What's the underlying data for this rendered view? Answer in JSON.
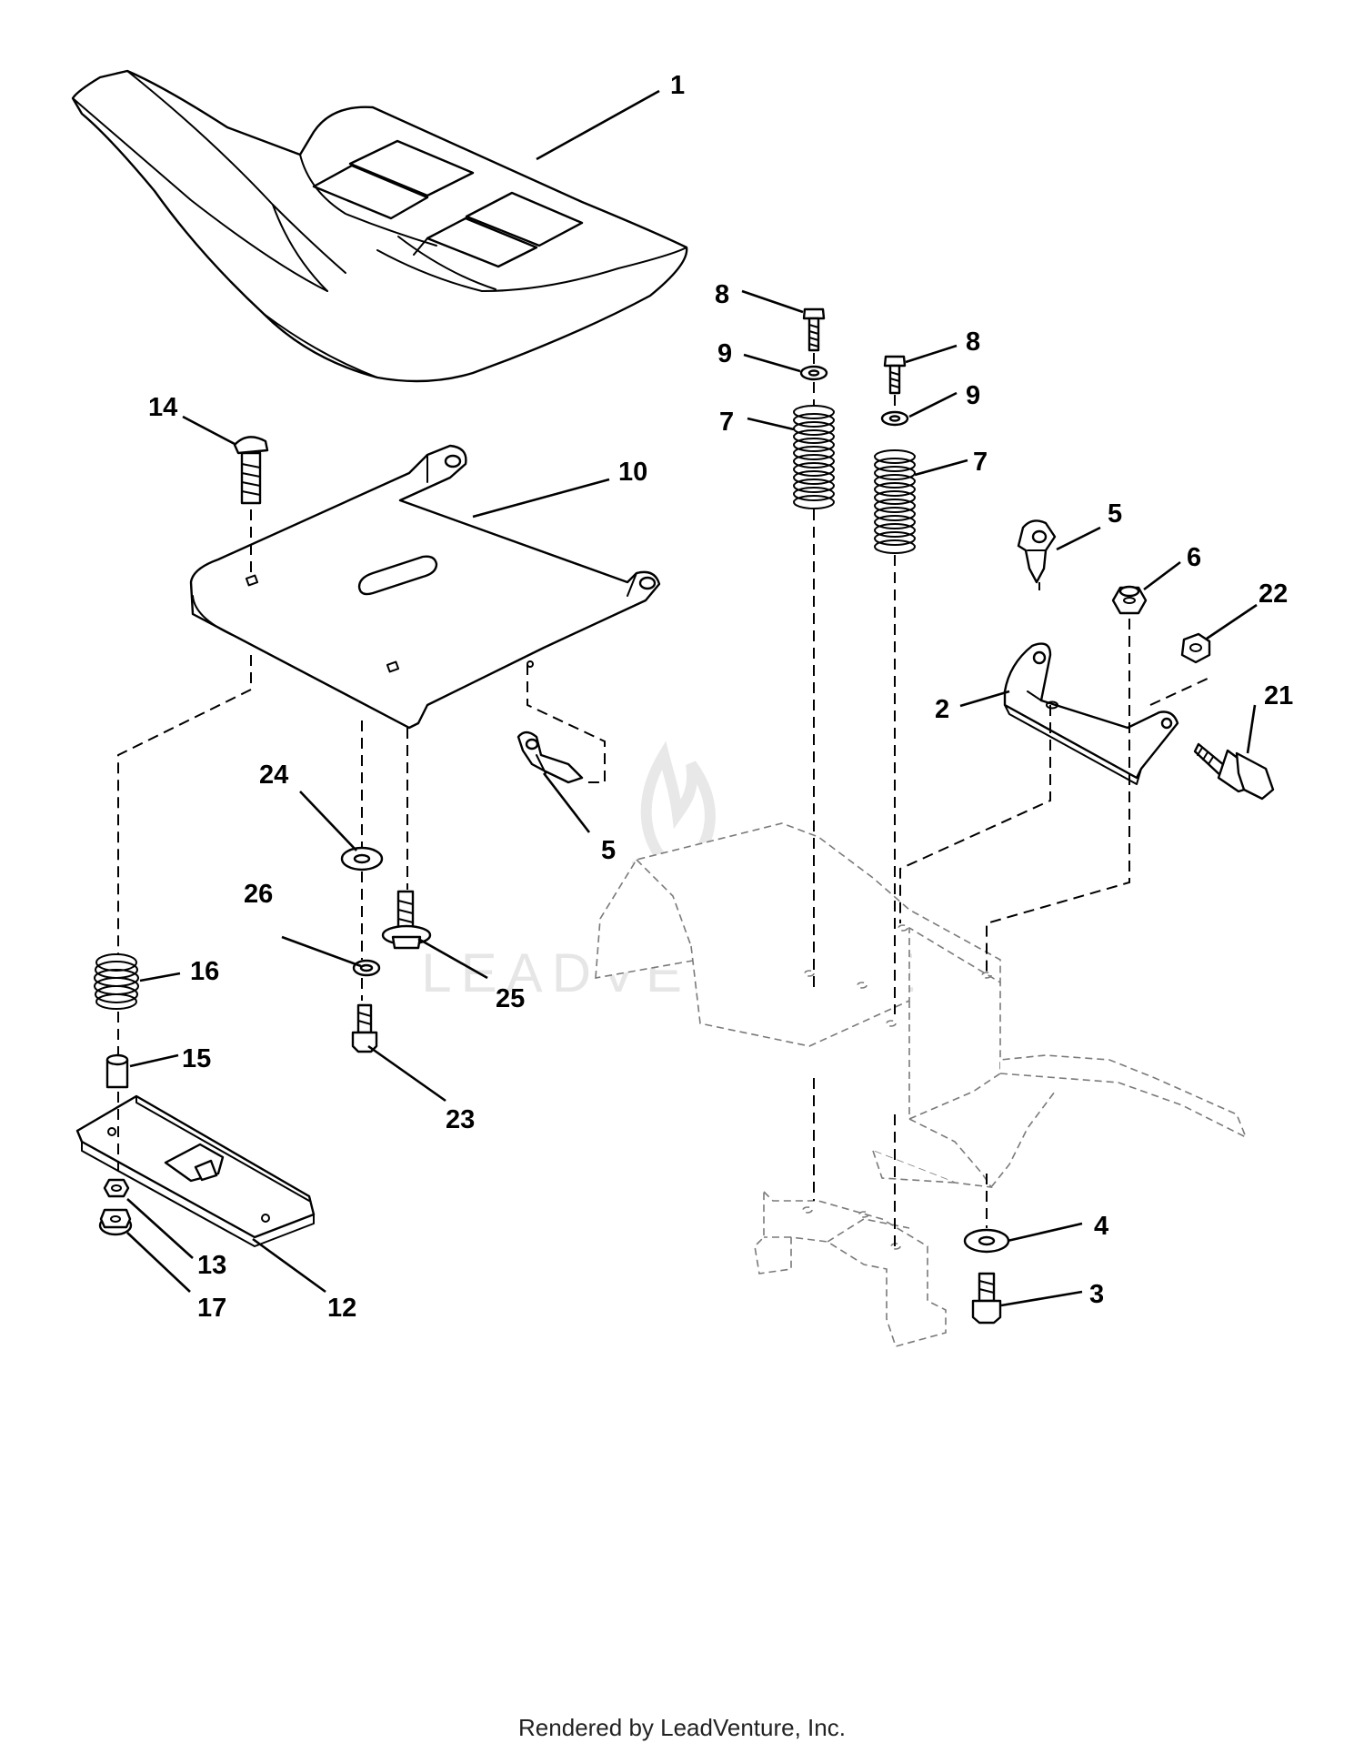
{
  "watermark": "LEADVENTURE",
  "footer": "Rendered by LeadVenture, Inc.",
  "callouts": {
    "c1": "1",
    "c2": "2",
    "c3": "3",
    "c4": "4",
    "c5a": "5",
    "c5b": "5",
    "c6": "6",
    "c7a": "7",
    "c7b": "7",
    "c8a": "8",
    "c8b": "8",
    "c9a": "9",
    "c9b": "9",
    "c10": "10",
    "c12": "12",
    "c13": "13",
    "c14": "14",
    "c15": "15",
    "c16": "16",
    "c17": "17",
    "c21": "21",
    "c22": "22",
    "c23": "23",
    "c24": "24",
    "c25": "25",
    "c26": "26"
  }
}
